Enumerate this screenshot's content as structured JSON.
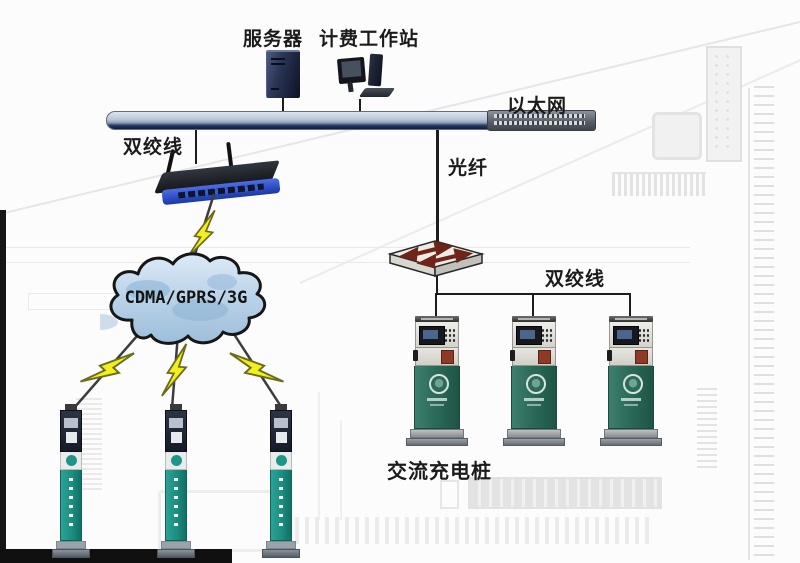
{
  "diagram": {
    "labels": {
      "server": "服务器",
      "billing_workstation": "计费工作站",
      "ethernet": "以太网",
      "twisted_pair_left": "双绞线",
      "fiber": "光纤",
      "twisted_pair_right": "双绞线",
      "cloud_network": "CDMA/GPRS/3G",
      "ac_charging_pile": "交流充电桩"
    },
    "nodes": [
      {
        "id": "server",
        "type": "server-tower",
        "label": "服务器"
      },
      {
        "id": "billing-workstation",
        "type": "desktop-computer",
        "label": "计费工作站"
      },
      {
        "id": "ethernet-switch",
        "type": "rack-switch",
        "label": "以太网"
      },
      {
        "id": "wireless-router",
        "type": "wireless-router"
      },
      {
        "id": "cellular-cloud",
        "type": "cloud",
        "label": "CDMA/GPRS/3G"
      },
      {
        "id": "fiber-hub",
        "type": "workgroup-switch"
      },
      {
        "id": "ac-charging-piles",
        "type": "charging-pile",
        "count": 3,
        "label": "交流充电桩"
      },
      {
        "id": "wireless-charging-piles",
        "type": "charging-pile",
        "count": 3
      }
    ],
    "connections": [
      {
        "from": "server",
        "to": "ethernet-bus",
        "style": "line"
      },
      {
        "from": "billing-workstation",
        "to": "ethernet-bus",
        "style": "line"
      },
      {
        "from": "ethernet-bus",
        "to": "wireless-router",
        "style": "line",
        "label": "双绞线"
      },
      {
        "from": "ethernet-bus",
        "to": "fiber-hub",
        "style": "line",
        "label": "光纤"
      },
      {
        "from": "fiber-hub",
        "to": "ac-charging-piles",
        "style": "line",
        "label": "双绞线"
      },
      {
        "from": "wireless-router",
        "to": "cellular-cloud",
        "style": "lightning"
      },
      {
        "from": "cellular-cloud",
        "to": "wireless-charging-piles",
        "style": "lightning",
        "count": 3
      }
    ],
    "colors": {
      "bus_light": "#b7c4d7",
      "bus_dark": "#101e3e",
      "router_blue": "#2748bc",
      "cloud_fill": "#b9d2e8",
      "bolt_yellow": "#f2ee20",
      "pile_teal": "#1c8d80",
      "pile_green": "#2c6a59",
      "card_reader_red": "#8d3b26",
      "label_text": "#1b1b1b"
    }
  }
}
